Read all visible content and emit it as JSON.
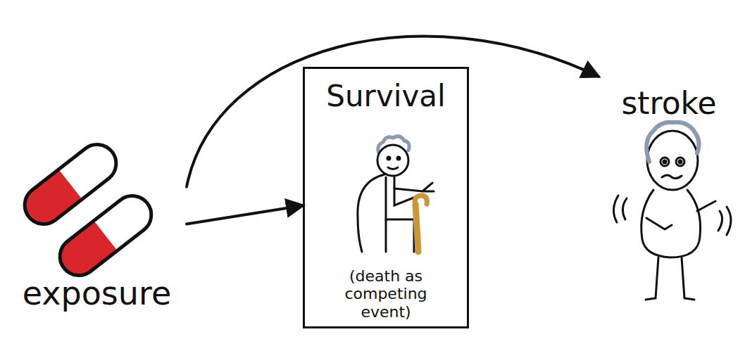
{
  "diagram": {
    "nodes": [
      {
        "text": [
          "exposure"
        ]
      },
      {
        "text": [
          "Survival",
          "(death as competing event)"
        ]
      },
      {
        "text": [
          "stroke"
        ]
      }
    ],
    "edges": [
      {
        "from": 0,
        "to": 1,
        "arrow": "to"
      },
      {
        "from": 0,
        "to": 2,
        "arrow": "to"
      }
    ]
  }
}
